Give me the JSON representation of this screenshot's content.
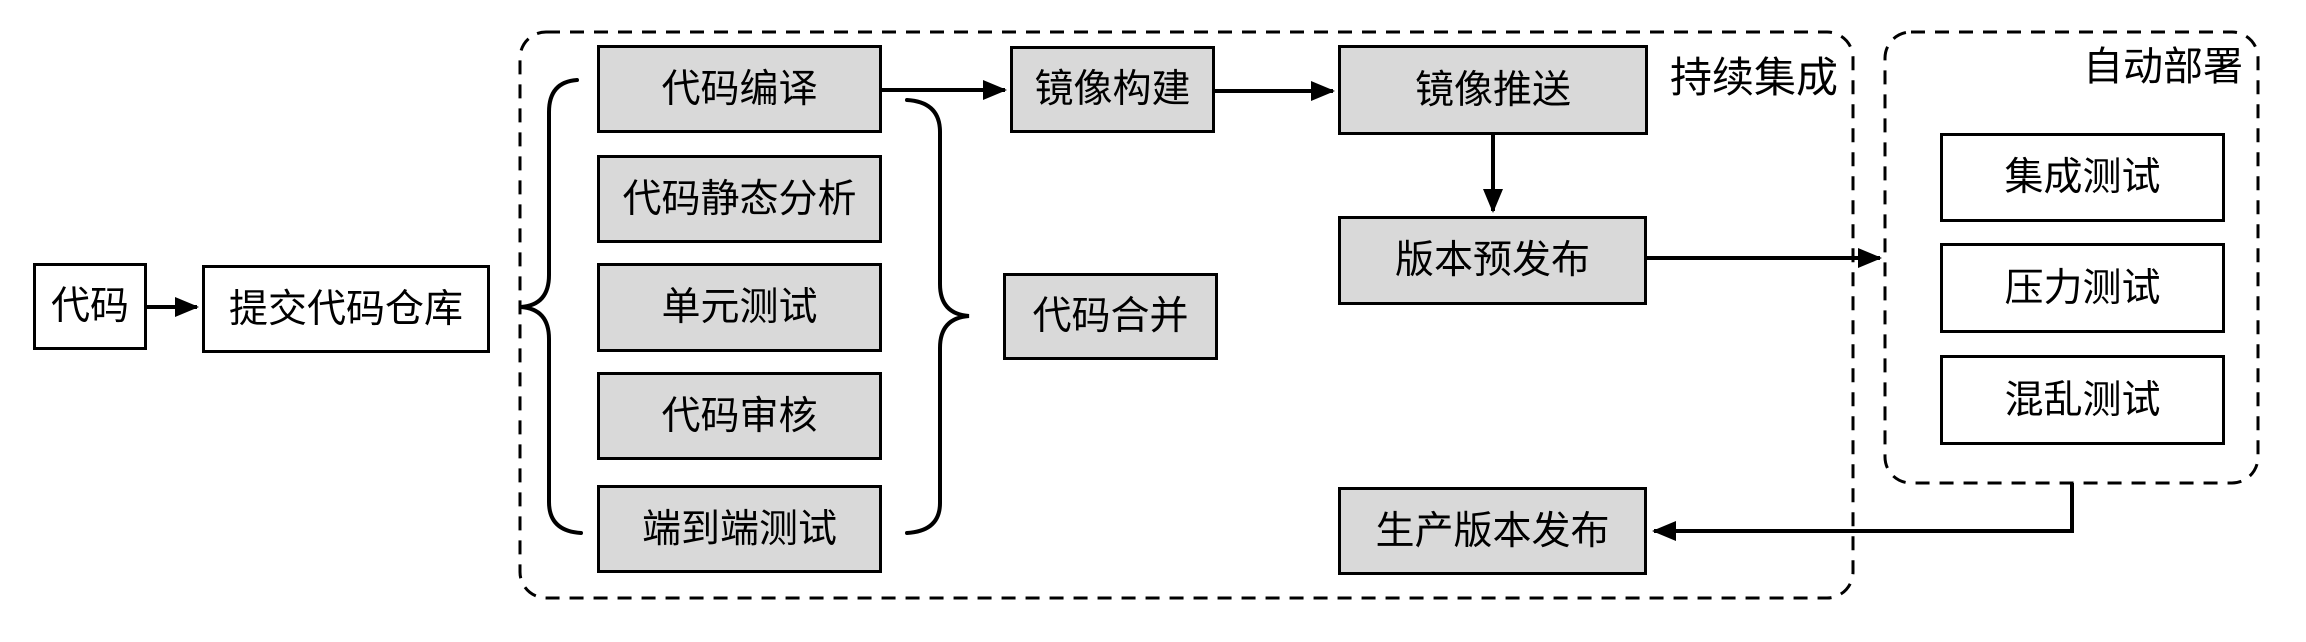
{
  "diagram": {
    "background": "#ffffff",
    "colors": {
      "stage_node_fill": "#d9d9d9",
      "plain_node_fill": "#ffffff",
      "stroke": "#000000"
    },
    "nodes": {
      "code": {
        "label": "代码"
      },
      "commit_repo": {
        "label": "提交代码仓库"
      },
      "code_compile": {
        "label": "代码编译"
      },
      "static_analysis": {
        "label": "代码静态分析"
      },
      "unit_test": {
        "label": "单元测试"
      },
      "code_review": {
        "label": "代码审核"
      },
      "e2e_test": {
        "label": "端到端测试"
      },
      "code_merge": {
        "label": "代码合并"
      },
      "image_build": {
        "label": "镜像构建"
      },
      "image_push": {
        "label": "镜像推送"
      },
      "pre_release": {
        "label": "版本预发布"
      },
      "prod_release": {
        "label": "生产版本发布"
      },
      "integration_test": {
        "label": "集成测试"
      },
      "stress_test": {
        "label": "压力测试"
      },
      "chaos_test": {
        "label": "混乱测试"
      }
    },
    "groups": {
      "ci": {
        "label": "持续集成"
      },
      "cd": {
        "label": "自动部署"
      }
    }
  }
}
